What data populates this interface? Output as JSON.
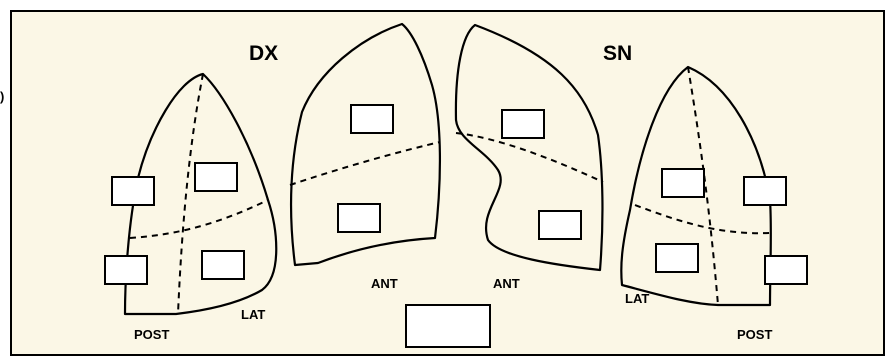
{
  "background_color": "#fbf7e6",
  "labels": {
    "dx": "DX",
    "sn": "SN",
    "ant_right": "ANT",
    "ant_left": "ANT",
    "lat_right": "LAT",
    "lat_left": "LAT",
    "post_right": "POST",
    "post_left": "POST",
    "edge_fragment": ")"
  }
}
